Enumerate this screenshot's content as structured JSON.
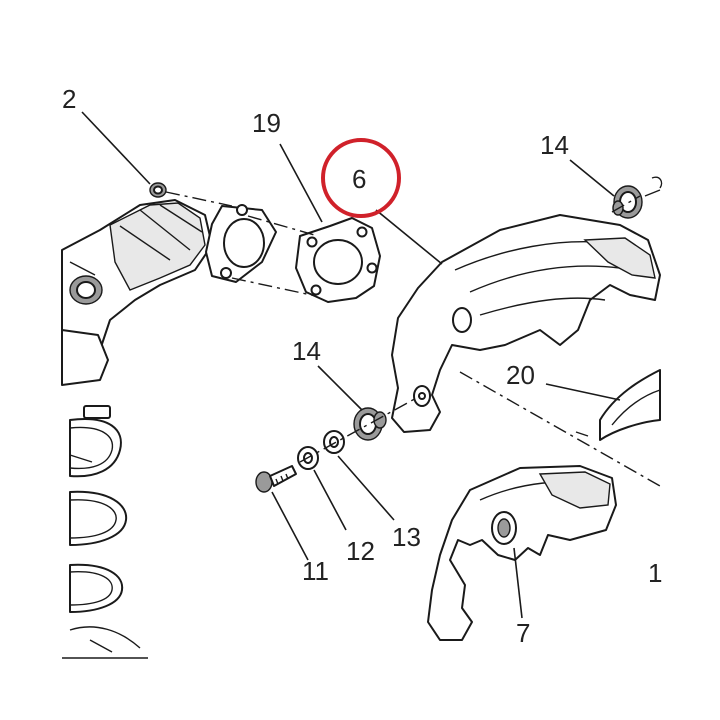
{
  "diagram": {
    "callouts": [
      {
        "id": "c2",
        "label": "2"
      },
      {
        "id": "c19",
        "label": "19"
      },
      {
        "id": "c6",
        "label": "6"
      },
      {
        "id": "c14a",
        "label": "14"
      },
      {
        "id": "c14b",
        "label": "14"
      },
      {
        "id": "c20",
        "label": "20"
      },
      {
        "id": "c11",
        "label": "11"
      },
      {
        "id": "c12",
        "label": "12"
      },
      {
        "id": "c13",
        "label": "13"
      },
      {
        "id": "c7",
        "label": "7"
      },
      {
        "id": "c1",
        "label": "1"
      }
    ],
    "highlight": {
      "target": "6",
      "color": "#d0212a"
    },
    "line_color": "#1a1a1a",
    "label_color": "#222222"
  }
}
